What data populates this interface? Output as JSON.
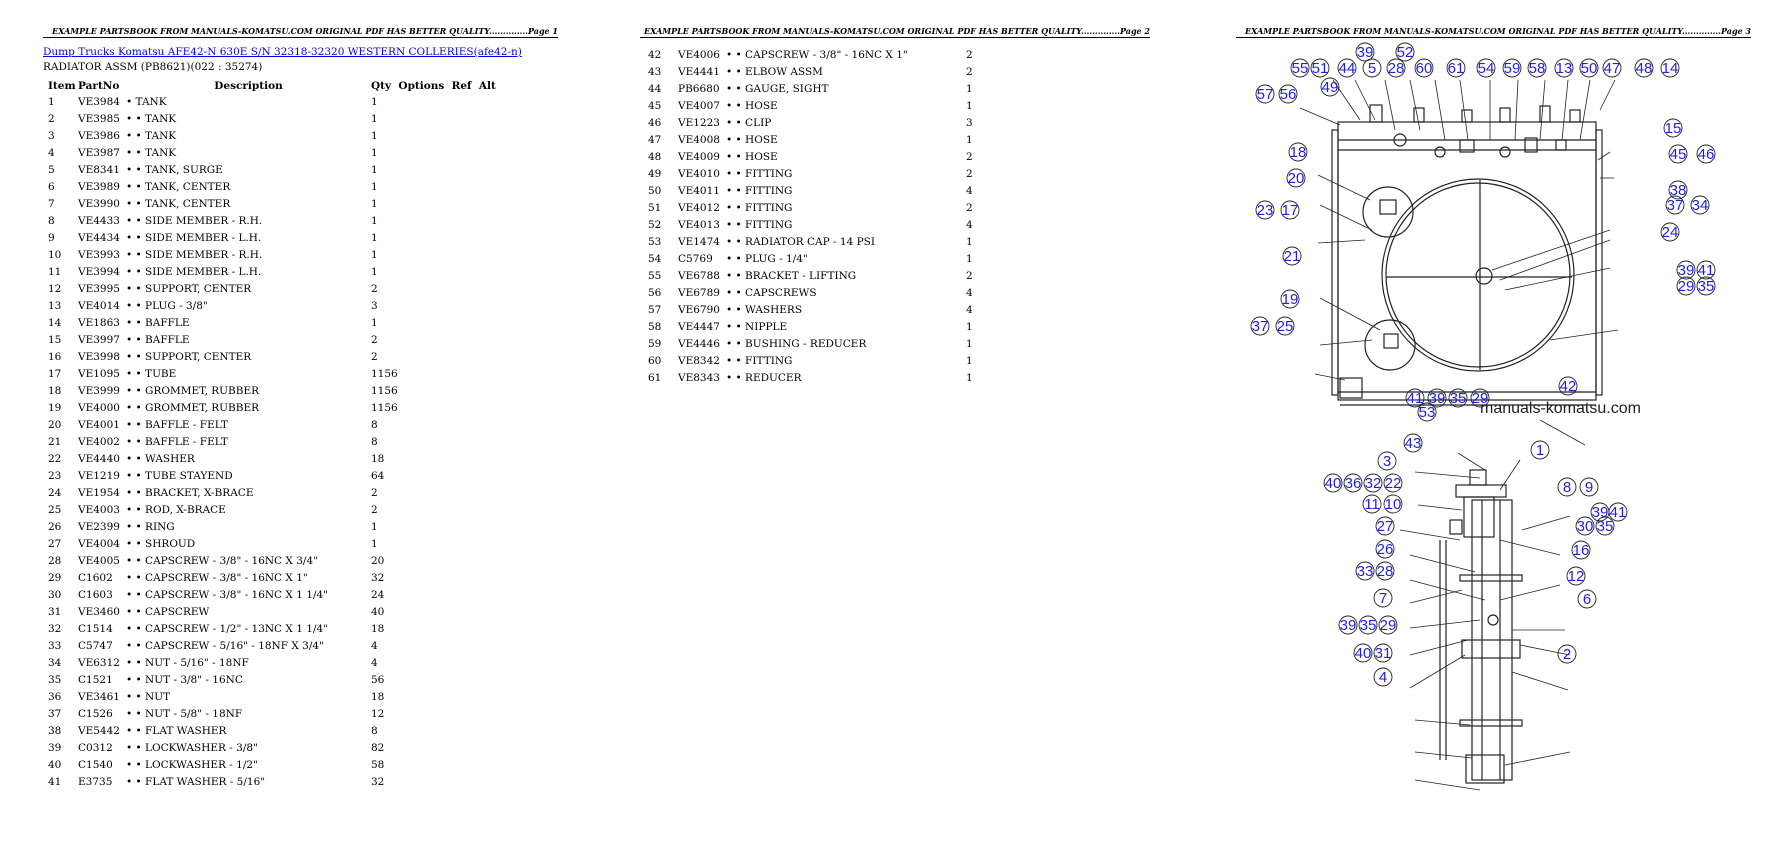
{
  "pages": [
    {
      "header": "EXAMPLE PARTSBOOK FROM MANUALS-KOMATSU.COM ORIGINAL PDF HAS BETTER QUALITY..............Page 1"
    },
    {
      "header": "EXAMPLE PARTSBOOK FROM MANUALS-KOMATSU.COM ORIGINAL PDF HAS BETTER QUALITY..............Page 2"
    },
    {
      "header": "EXAMPLE PARTSBOOK FROM MANUALS-KOMATSU.COM ORIGINAL PDF HAS BETTER QUALITY..............Page 3"
    }
  ],
  "document": {
    "link_text": "Dump Trucks Komatsu AFE42-N 630E S/N 32318-32320 WESTERN COLLERIES(afe42-n)",
    "subtitle": "RADIATOR ASSM (PB8621)(022 : 35274)"
  },
  "table_headers": [
    "Item",
    "PartNo",
    "Description",
    "Qty",
    "Options",
    "Ref",
    "Alt"
  ],
  "parts": [
    [
      "1",
      "VE3984",
      "• TANK",
      "1"
    ],
    [
      "2",
      "VE3985",
      "• • TANK",
      "1"
    ],
    [
      "3",
      "VE3986",
      "• • TANK",
      "1"
    ],
    [
      "4",
      "VE3987",
      "• • TANK",
      "1"
    ],
    [
      "5",
      "VE8341",
      "• • TANK, SURGE",
      "1"
    ],
    [
      "6",
      "VE3989",
      "• • TANK, CENTER",
      "1"
    ],
    [
      "7",
      "VE3990",
      "• • TANK, CENTER",
      "1"
    ],
    [
      "8",
      "VE4433",
      "• • SIDE MEMBER - R.H.",
      "1"
    ],
    [
      "9",
      "VE4434",
      "• • SIDE MEMBER - L.H.",
      "1"
    ],
    [
      "10",
      "VE3993",
      "• • SIDE MEMBER - R.H.",
      "1"
    ],
    [
      "11",
      "VE3994",
      "• • SIDE MEMBER - L.H.",
      "1"
    ],
    [
      "12",
      "VE3995",
      "• • SUPPORT, CENTER",
      "2"
    ],
    [
      "13",
      "VE4014",
      "• • PLUG - 3/8\"",
      "3"
    ],
    [
      "14",
      "VE1863",
      "• • BAFFLE",
      "1"
    ],
    [
      "15",
      "VE3997",
      "• • BAFFLE",
      "2"
    ],
    [
      "16",
      "VE3998",
      "• • SUPPORT, CENTER",
      "2"
    ],
    [
      "17",
      "VE1095",
      "• • TUBE",
      "1156"
    ],
    [
      "18",
      "VE3999",
      "• • GROMMET, RUBBER",
      "1156"
    ],
    [
      "19",
      "VE4000",
      "• • GROMMET, RUBBER",
      "1156"
    ],
    [
      "20",
      "VE4001",
      "• • BAFFLE - FELT",
      "8"
    ],
    [
      "21",
      "VE4002",
      "• • BAFFLE - FELT",
      "8"
    ],
    [
      "22",
      "VE4440",
      "• • WASHER",
      "18"
    ],
    [
      "23",
      "VE1219",
      "• • TUBE STAYEND",
      "64"
    ],
    [
      "24",
      "VE1954",
      "• • BRACKET, X-BRACE",
      "2"
    ],
    [
      "25",
      "VE4003",
      "• • ROD, X-BRACE",
      "2"
    ],
    [
      "26",
      "VE2399",
      "• • RING",
      "1"
    ],
    [
      "27",
      "VE4004",
      "• • SHROUD",
      "1"
    ],
    [
      "28",
      "VE4005",
      "• • CAPSCREW - 3/8\" - 16NC X 3/4\"",
      "20"
    ],
    [
      "29",
      "C1602",
      "• • CAPSCREW - 3/8\" - 16NC X 1\"",
      "32"
    ],
    [
      "30",
      "C1603",
      "• • CAPSCREW - 3/8\" - 16NC X 1 1/4\"",
      "24"
    ],
    [
      "31",
      "VE3460",
      "• • CAPSCREW",
      "40"
    ],
    [
      "32",
      "C1514",
      "• • CAPSCREW - 1/2\" - 13NC X 1 1/4\"",
      "18"
    ],
    [
      "33",
      "C5747",
      "• • CAPSCREW - 5/16\" - 18NF X 3/4\"",
      "4"
    ],
    [
      "34",
      "VE6312",
      "• • NUT - 5/16\" - 18NF",
      "4"
    ],
    [
      "35",
      "C1521",
      "• • NUT - 3/8\" - 16NC",
      "56"
    ],
    [
      "36",
      "VE3461",
      "• • NUT",
      "18"
    ],
    [
      "37",
      "C1526",
      "• • NUT - 5/8\" - 18NF",
      "12"
    ],
    [
      "38",
      "VE5442",
      "• • FLAT WASHER",
      "8"
    ],
    [
      "39",
      "C0312",
      "• • LOCKWASHER - 3/8\"",
      "82"
    ],
    [
      "40",
      "C1540",
      "• • LOCKWASHER - 1/2\"",
      "58"
    ],
    [
      "41",
      "E3735",
      "• • FLAT WASHER - 5/16\"",
      "32"
    ],
    [
      "42",
      "VE4006",
      "• • CAPSCREW - 3/8\" - 16NC X 1\"",
      "2"
    ],
    [
      "43",
      "VE4441",
      "• • ELBOW ASSM",
      "2"
    ],
    [
      "44",
      "PB6680",
      "• • GAUGE, SIGHT",
      "1"
    ],
    [
      "45",
      "VE4007",
      "• • HOSE",
      "1"
    ],
    [
      "46",
      "VE1223",
      "• • CLIP",
      "3"
    ],
    [
      "47",
      "VE4008",
      "• • HOSE",
      "1"
    ],
    [
      "48",
      "VE4009",
      "• • HOSE",
      "2"
    ],
    [
      "49",
      "VE4010",
      "• • FITTING",
      "2"
    ],
    [
      "50",
      "VE4011",
      "• • FITTING",
      "4"
    ],
    [
      "51",
      "VE4012",
      "• • FITTING",
      "2"
    ],
    [
      "52",
      "VE4013",
      "• • FITTING",
      "4"
    ],
    [
      "53",
      "VE1474",
      "• • RADIATOR CAP - 14 PSI",
      "1"
    ],
    [
      "54",
      "C5769",
      "• • PLUG - 1/4\"",
      "1"
    ],
    [
      "55",
      "VE6788",
      "• • BRACKET - LIFTING",
      "2"
    ],
    [
      "56",
      "VE6789",
      "• • CAPSCREWS",
      "4"
    ],
    [
      "57",
      "VE6790",
      "• • WASHERS",
      "4"
    ],
    [
      "58",
      "VE4447",
      "• • NIPPLE",
      "1"
    ],
    [
      "59",
      "VE4446",
      "• • BUSHING - REDUCER",
      "1"
    ],
    [
      "60",
      "VE8342",
      "• • FITTING",
      "1"
    ],
    [
      "61",
      "VE8343",
      "• • REDUCER",
      "1"
    ]
  ],
  "diagram": {
    "watermark": "manuals-komatsu.com",
    "top_labels": [
      "39",
      "52",
      "55",
      "51",
      "44",
      "5",
      "28",
      "60",
      "61",
      "54",
      "59",
      "58",
      "13",
      "50",
      "47",
      "48",
      "14",
      "57",
      "56",
      "49",
      "15",
      "18",
      "45",
      "46",
      "20",
      "38",
      "23",
      "17",
      "37",
      "34",
      "24",
      "21",
      "39",
      "41",
      "29",
      "35",
      "19",
      "37",
      "25",
      "42"
    ],
    "side_labels": [
      "41",
      "39",
      "35",
      "29",
      "53",
      "1",
      "43",
      "3",
      "8",
      "9",
      "40",
      "36",
      "32",
      "22",
      "11",
      "10",
      "39",
      "41",
      "27",
      "30",
      "35",
      "26",
      "16",
      "33",
      "28",
      "12",
      "6",
      "7",
      "39",
      "35",
      "29",
      "40",
      "31",
      "2",
      "4"
    ]
  },
  "colors": {
    "label_blue": "#1f1fe6",
    "link_blue": "#0000ee"
  }
}
